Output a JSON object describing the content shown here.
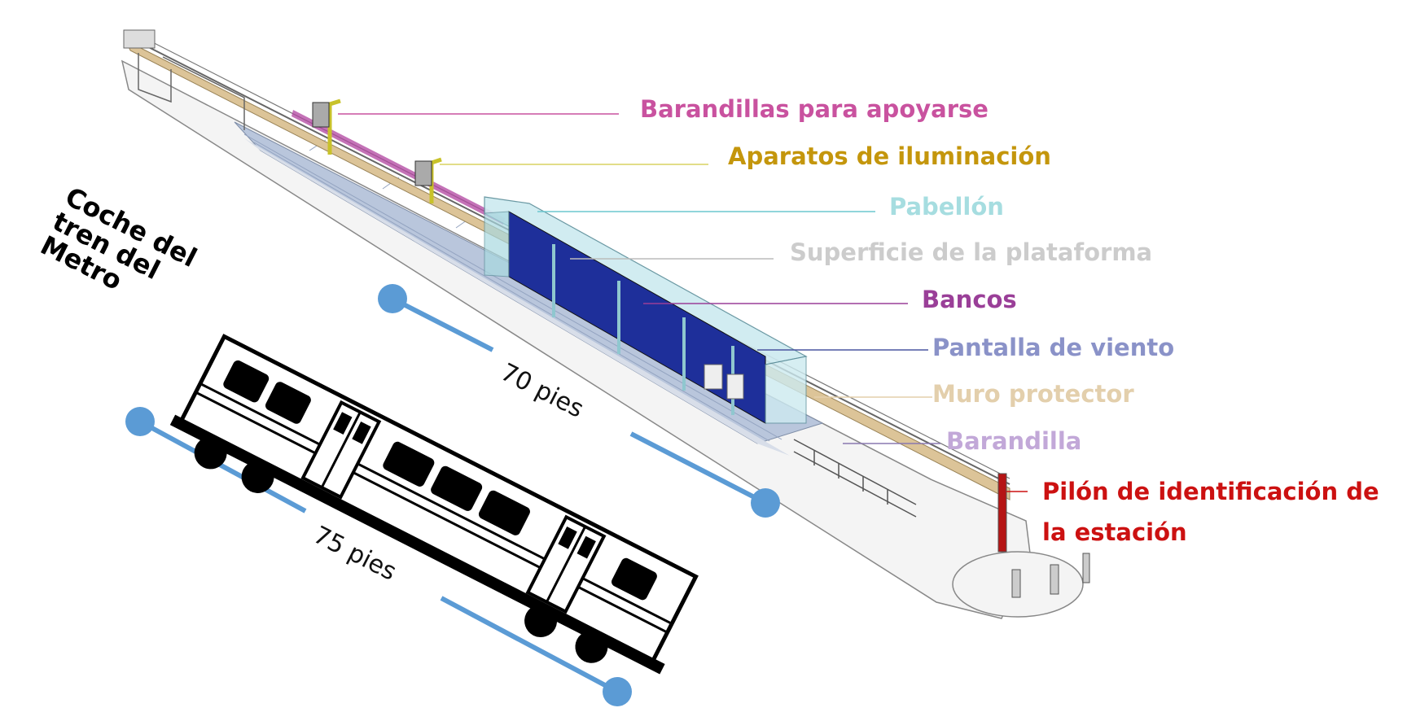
{
  "labels": {
    "handrails_lean": "Barandillas para apoyarse",
    "lighting": "Aparatos de iluminación",
    "pavilion": "Pabellón",
    "platform_surface": "Superficie de la plataforma",
    "benches": "Bancos",
    "windscreen": "Pantalla de viento",
    "protective_wall": "Muro protector",
    "railing": "Barandilla",
    "pylon_line1": "Pilón de identificación de",
    "pylon_line2": "la estación"
  },
  "train": {
    "title_line1": "Coche del",
    "title_line2": "tren del",
    "title_line3": "Metro"
  },
  "measurements": {
    "platform_length": "70 pies",
    "train_length": "75 pies"
  },
  "colors": {
    "handrails_lean": "#c9529f",
    "lighting": "#c4960c",
    "pavilion": "#a6dde0",
    "platform_surface": "#cccccc",
    "benches": "#9a3f98",
    "windscreen": "#8a92c8",
    "protective_wall": "#e3cfac",
    "railing": "#c2a8d8",
    "pylon": "#cc1111",
    "dimension": "#5b9bd5"
  }
}
